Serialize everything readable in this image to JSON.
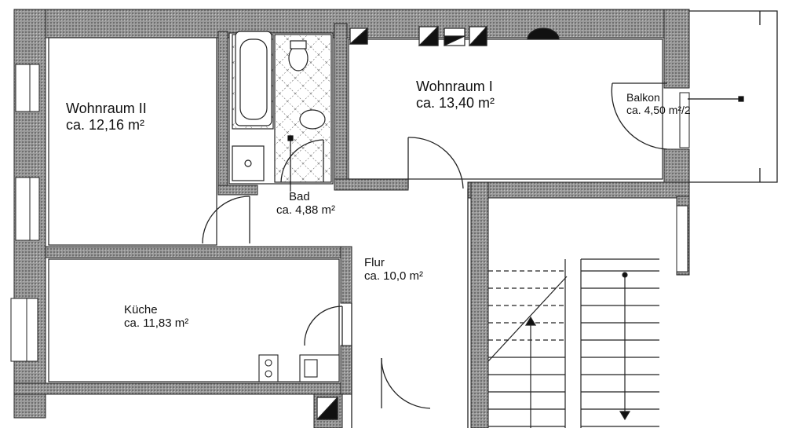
{
  "rooms": {
    "wohnraum2": {
      "name": "Wohnraum II",
      "area": "ca. 12,16 m²"
    },
    "wohnraum1": {
      "name": "Wohnraum I",
      "area": "ca. 13,40 m²"
    },
    "bad": {
      "name": "Bad",
      "area": "ca. 4,88 m²"
    },
    "balkon": {
      "name": "Balkon",
      "area": "ca. 4,50 m²/2"
    },
    "flur": {
      "name": "Flur",
      "area": "ca. 10,0 m²"
    },
    "kueche": {
      "name": "Küche",
      "area": "ca. 11,83 m²"
    }
  },
  "colors": {
    "wall": "#8a8a8a",
    "line": "#111111",
    "paper": "#ffffff"
  }
}
